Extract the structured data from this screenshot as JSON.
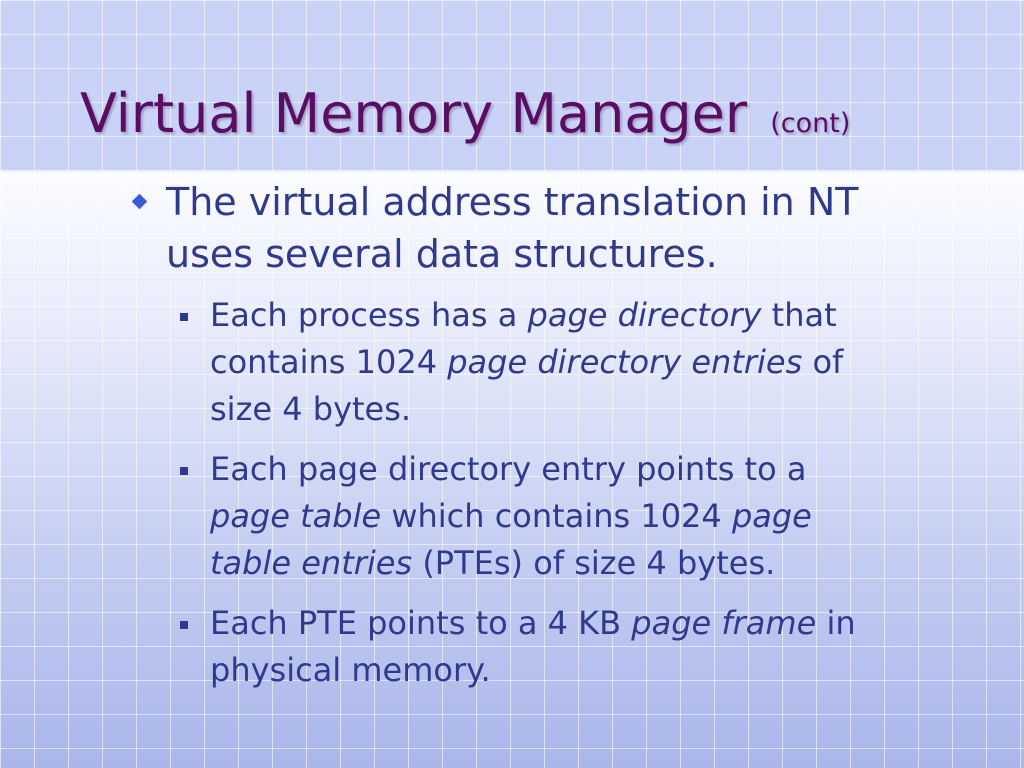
{
  "slide": {
    "title": "Virtual Memory Manager",
    "title_suffix": "(cont)",
    "bullet": {
      "text": "The virtual address translation in NT uses several data structures."
    },
    "sub_bullets": [
      {
        "t1": "Each process has a ",
        "i1": "page directory",
        "t2": " that contains 1024 ",
        "i2": "page directory entries",
        "t3": " of size 4 bytes."
      },
      {
        "t1": "Each page directory entry points to a ",
        "i1": "page table",
        "t2": " which contains 1024 ",
        "i2": "page table entries",
        "t3": " (PTEs) of size 4 bytes."
      },
      {
        "t1": "Each PTE points to a 4 KB ",
        "i1": "page frame",
        "t2": " in physical memory."
      }
    ]
  },
  "colors": {
    "title": "#5a0e62",
    "body_text": "#2f3a8c",
    "diamond_bullet": "#3a5ad8"
  }
}
